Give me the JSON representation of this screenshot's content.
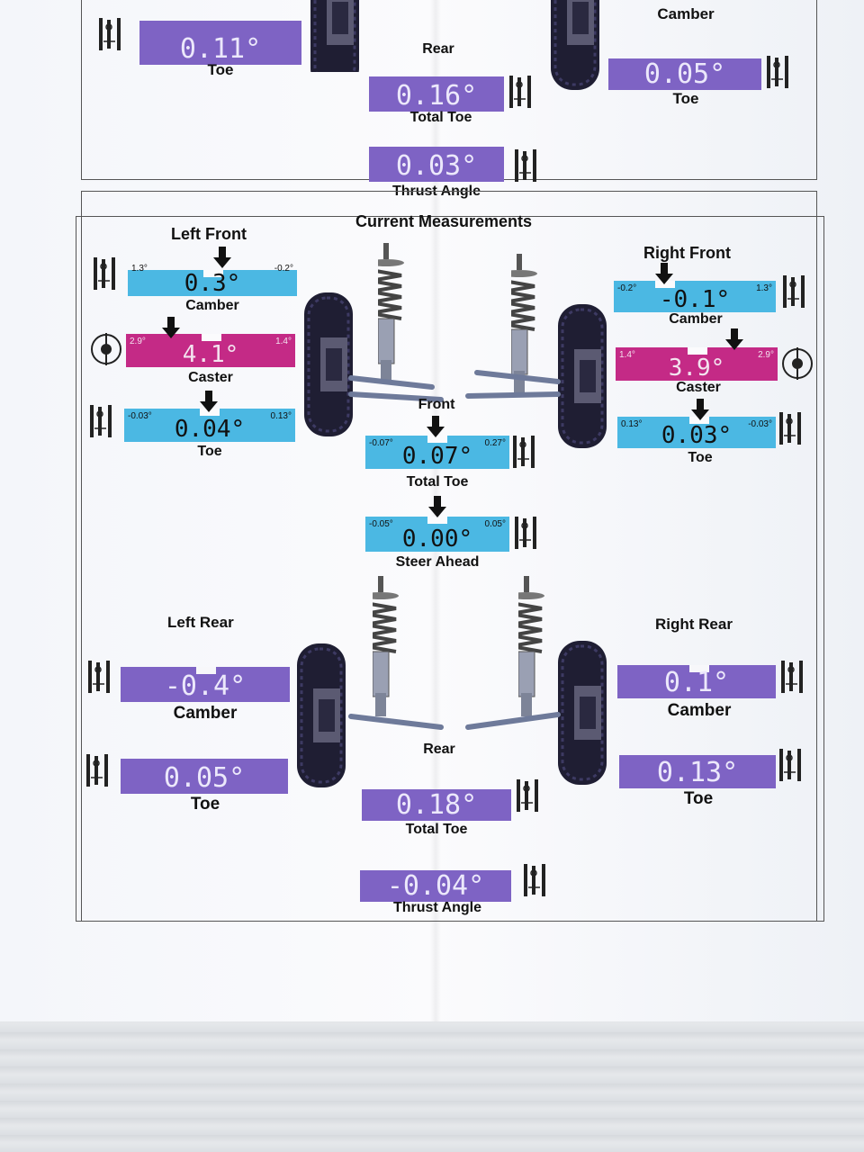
{
  "top_section": {
    "left_toe": {
      "value": "0.11°",
      "label": "Toe"
    },
    "right_camber_label": "Camber",
    "right_toe": {
      "value": "0.05°",
      "label": "Toe"
    },
    "rear_label": "Rear",
    "total_toe": {
      "value": "0.16°",
      "label": "Total Toe"
    },
    "thrust_angle": {
      "value": "0.03°",
      "label": "Thrust Angle"
    }
  },
  "current": {
    "title": "Current Measurements",
    "left_front": {
      "title": "Left Front",
      "camber": {
        "min": "1.3°",
        "max": "-0.2°",
        "value": "0.3°",
        "label": "Camber"
      },
      "caster": {
        "min": "2.9°",
        "max": "1.4°",
        "value": "4.1°",
        "label": "Caster"
      },
      "toe": {
        "min": "-0.03°",
        "max": "0.13°",
        "value": "0.04°",
        "label": "Toe"
      }
    },
    "right_front": {
      "title": "Right Front",
      "camber": {
        "min": "-0.2°",
        "max": "1.3°",
        "value": "-0.1°",
        "label": "Camber"
      },
      "caster": {
        "min": "1.4°",
        "max": "2.9°",
        "value": "3.9°",
        "label": "Caster"
      },
      "toe": {
        "min": "0.13°",
        "max": "-0.03°",
        "value": "0.03°",
        "label": "Toe"
      }
    },
    "front_label": "Front",
    "total_toe": {
      "min": "-0.07°",
      "max": "0.27°",
      "value": "0.07°",
      "label": "Total Toe"
    },
    "steer_ahead": {
      "min": "-0.05°",
      "max": "0.05°",
      "value": "0.00°",
      "label": "Steer Ahead"
    },
    "left_rear": {
      "title": "Left Rear",
      "camber": {
        "value": "-0.4°",
        "label": "Camber"
      },
      "toe": {
        "value": "0.05°",
        "label": "Toe"
      }
    },
    "right_rear": {
      "title": "Right Rear",
      "camber": {
        "value": "0.1°",
        "label": "Camber"
      },
      "toe": {
        "value": "0.13°",
        "label": "Toe"
      }
    },
    "rear_label": "Rear",
    "rear_total_toe": {
      "value": "0.18°",
      "label": "Total Toe"
    },
    "thrust_angle": {
      "value": "-0.04°",
      "label": "Thrust Angle"
    }
  },
  "colors": {
    "cyan": "#4bb8e3",
    "magenta": "#c42a86",
    "purple": "#7e63c4"
  }
}
